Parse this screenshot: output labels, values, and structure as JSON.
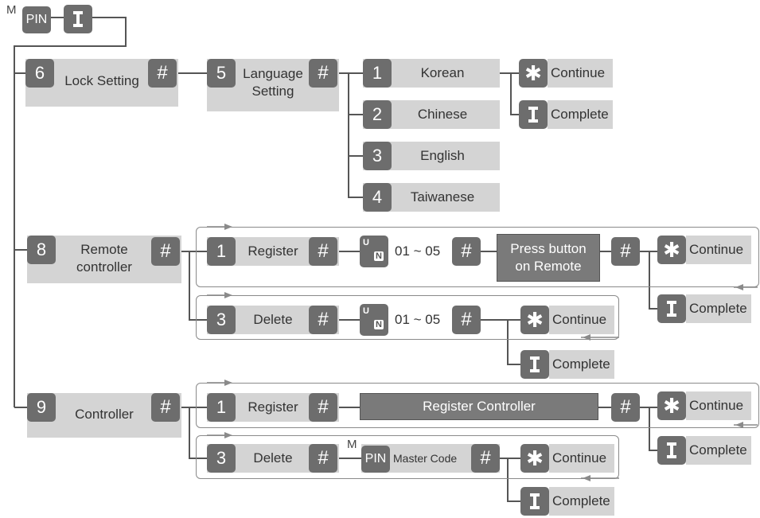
{
  "start": {
    "m_label": "M",
    "pin_label": "PIN"
  },
  "lock": {
    "num": "6",
    "label": "Lock Setting",
    "lang_num": "5",
    "lang_label": "Language\nSetting",
    "languages": [
      {
        "num": "1",
        "label": "Korean"
      },
      {
        "num": "2",
        "label": "Chinese"
      },
      {
        "num": "3",
        "label": "English"
      },
      {
        "num": "4",
        "label": "Taiwanese"
      }
    ],
    "continue": "Continue",
    "complete": "Complete"
  },
  "remote": {
    "num": "8",
    "label": "Remote\ncontroller",
    "register_num": "1",
    "register_label": "Register",
    "range": "01 ~ 05",
    "press_label": "Press button\non  Remote",
    "delete_num": "3",
    "delete_label": "Delete",
    "continue": "Continue",
    "complete": "Complete"
  },
  "controller": {
    "num": "9",
    "label": "Controller",
    "register_num": "1",
    "register_label": "Register",
    "register_bar": "Register Controller",
    "delete_num": "3",
    "delete_label": "Delete",
    "m_label": "M",
    "pin_label": "PIN",
    "master_code": "Master Code",
    "continue": "Continue",
    "complete": "Complete"
  },
  "un_icon": {
    "u": "U",
    "n": "N"
  },
  "colors": {
    "key": "#6d6d6d",
    "bar": "#d4d4d4",
    "dark_bar": "#7a7a7a",
    "line": "#555555"
  }
}
